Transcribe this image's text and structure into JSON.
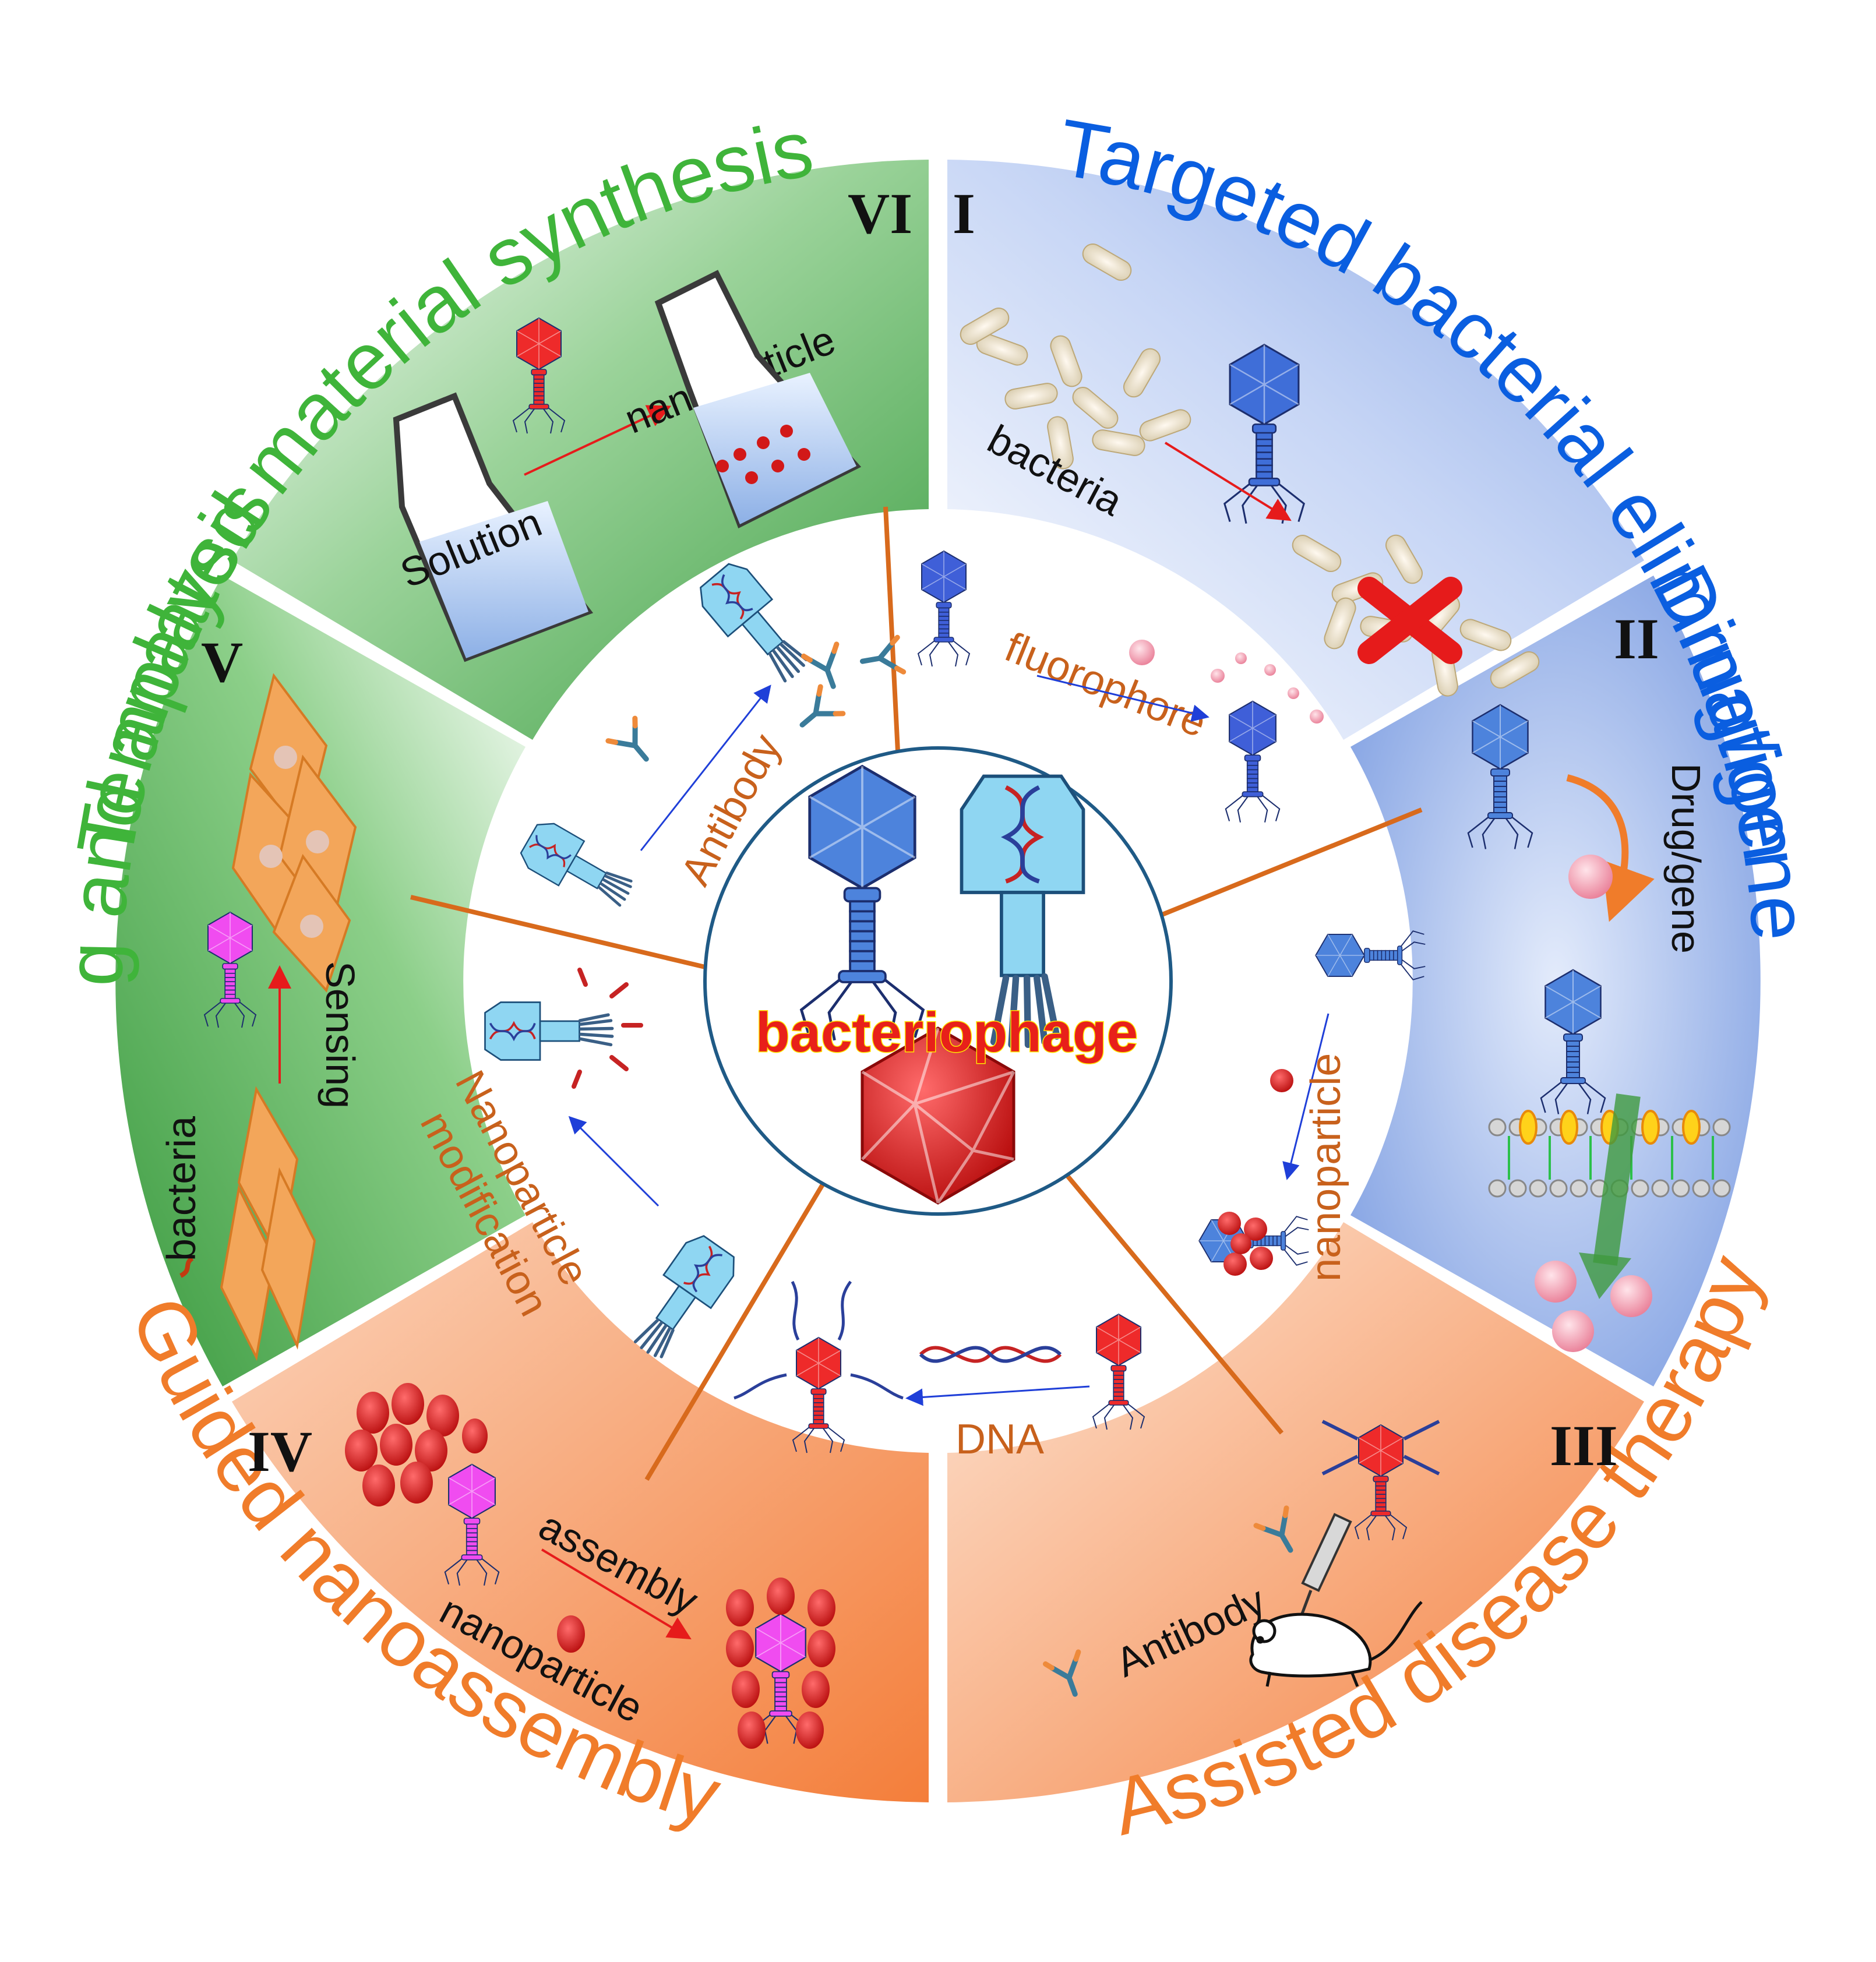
{
  "center": {
    "label": "bacteriophage"
  },
  "sectors": {
    "I": {
      "numeral": "I",
      "title": "Targeted bacterial elimination",
      "color": "#0a5ee0",
      "labels": {
        "bacteria": "bacteria"
      }
    },
    "II": {
      "numeral": "II",
      "title": "Drug/gene delivery",
      "color": "#0a5ee0",
      "labels": {
        "drug_gene": "Drug/gene"
      }
    },
    "III": {
      "numeral": "III",
      "title": "Assisted disease therapy",
      "color": "#f07c2a",
      "labels": {
        "antibody": "Antibody"
      }
    },
    "IV": {
      "numeral": "IV",
      "title": "Guided nanoassembly",
      "color": "#f07c2a",
      "labels": {
        "assembly": "assembly",
        "nanoparticle": "nanoparticle"
      }
    },
    "V": {
      "numeral": "V",
      "title": "Biosensing and analysis",
      "color": "#3fb43a",
      "labels": {
        "sensing": "Sensing",
        "bacteria": "bacteria"
      }
    },
    "VI": {
      "numeral": "VI",
      "title": "Templated material synthesis",
      "color": "#3fb43a",
      "labels": {
        "solution": "Solution",
        "nanoparticle": "nanoparticle"
      }
    }
  },
  "modifications": {
    "fluorophore": "fluorophore",
    "nanoparticle": "nanoparticle",
    "dna": "DNA",
    "nanoparticle_modification_line1": "Nanoparticle",
    "nanoparticle_modification_line2": "modification",
    "antibody": "Antibody"
  },
  "colors": {
    "blue_sector": "#a9bff0",
    "green_sector": "#5fb560",
    "orange_sector": "#f6a070",
    "divider": "#d86a1c",
    "phage_blue": "#3f72d8",
    "phage_red": "#ee2a2a",
    "phage_magenta": "#f04cf0",
    "phage_cyan": "#79c9ea"
  }
}
